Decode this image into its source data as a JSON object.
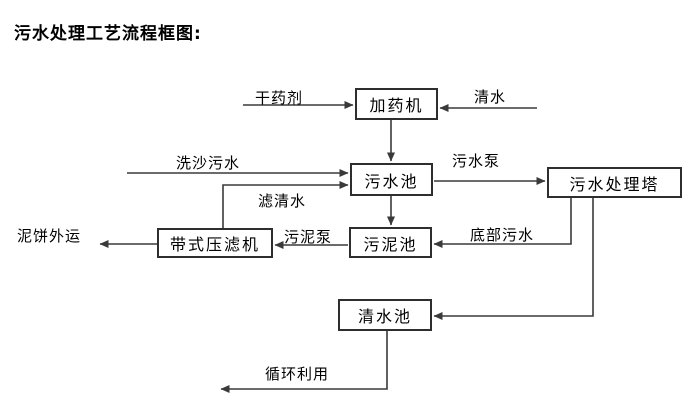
{
  "title": "污水处理工艺流程框图:",
  "nodes": {
    "dosing_machine": "加药机",
    "sewage_pool": "污水池",
    "sewage_treatment_tower": "污水处理塔",
    "belt_filter_press": "带式压滤机",
    "sludge_pool": "污泥池",
    "clean_water_pool": "清水池"
  },
  "flows": {
    "dry_agent": "干药剂",
    "clean_water": "清水",
    "sand_washing_sewage": "洗沙污水",
    "filtered_clean_water": "滤清水",
    "sewage_pump": "污水泵",
    "sludge_pump": "污泥泵",
    "bottom_sewage": "底部污水",
    "mud_cake_shipped_out": "泥饼外运",
    "recycling_use": "循环利用"
  },
  "colors": {
    "background": "#ffffff",
    "line": "#3a3a3a",
    "text": "#000000",
    "box_border": "#2e2e2e",
    "box_fill": "#ffffff"
  }
}
